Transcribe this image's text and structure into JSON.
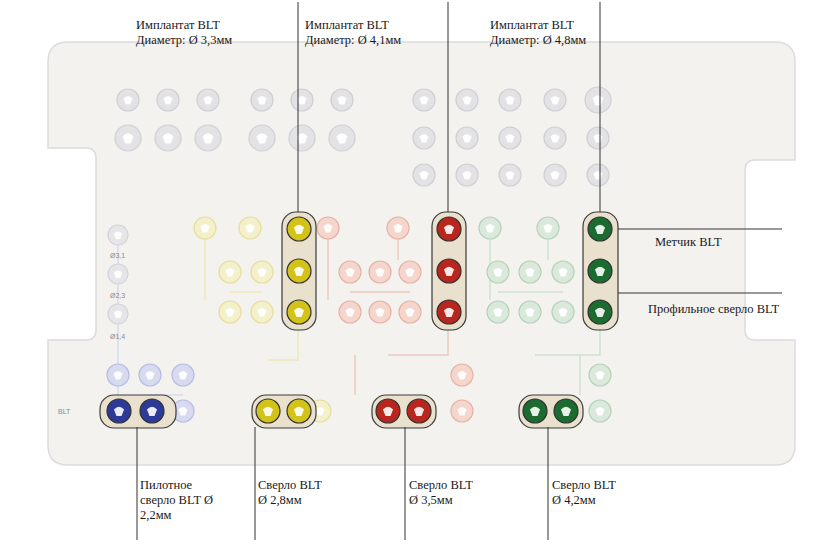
{
  "diagram": {
    "labels": [
      "Имплантат BLT Диаметр: Ø 3,3мм",
      "Имплантат BLT Диаметр: Ø 4,1мм",
      "Имплантат BLT Диаметр: Ø 4,8мм",
      "Метчик BLT",
      "Профильное сверло BLT",
      "Пилотное сверло BLT Ø 2,2мм",
      "Сверло BLT Ø 2,8мм",
      "Сверло BLT Ø 3,5мм",
      "Сверло BLT Ø 4,2мм",
      "Ø3,1",
      "Ø2,3",
      "Ø1,4",
      "BLT"
    ]
  }
}
